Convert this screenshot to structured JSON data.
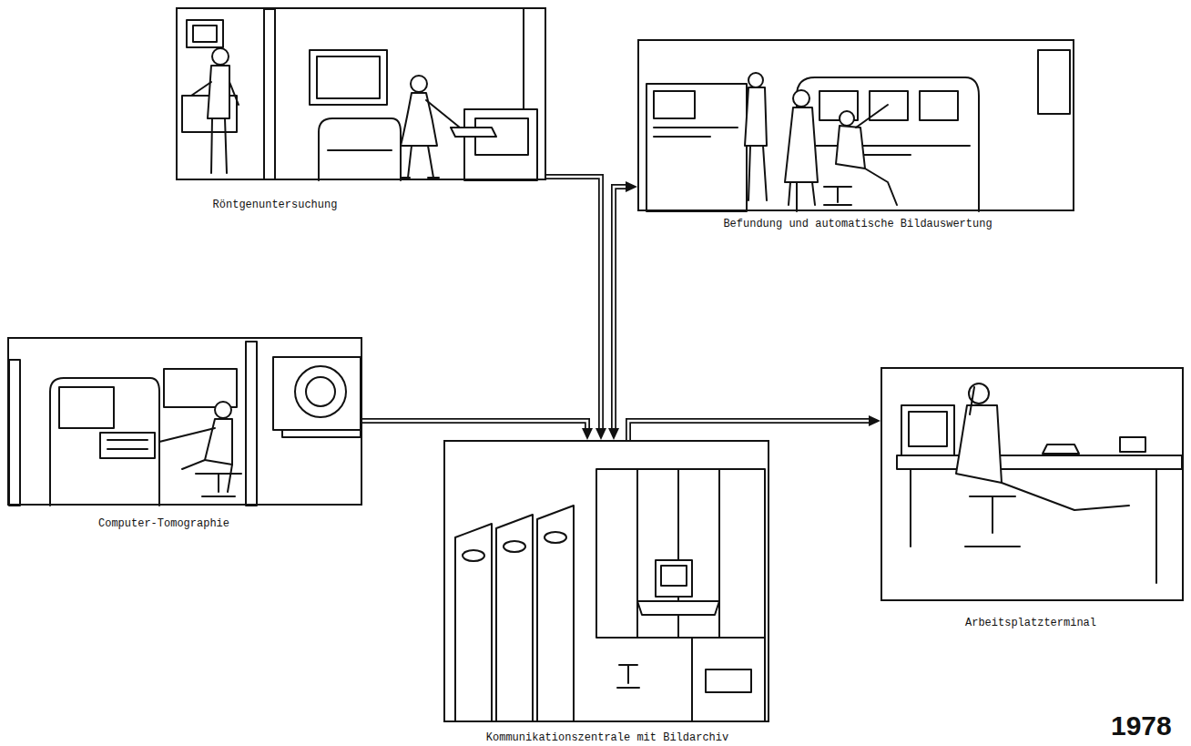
{
  "diagram": {
    "nodes": [
      {
        "text": [
          "Röntgenuntersuchung"
        ]
      },
      {
        "text": [
          "Befundung und automatische Bildauswertung"
        ]
      },
      {
        "text": [
          "Computer-Tomographie"
        ]
      },
      {
        "text": [
          "Arbeitsplatzterminal"
        ]
      },
      {
        "text": [
          "Kommunikationszentrale mit Bildarchiv"
        ]
      }
    ],
    "edges": [
      {
        "from": 0,
        "to": 4,
        "arrow": "to"
      },
      {
        "from": 2,
        "to": 4,
        "arrow": "to"
      },
      {
        "from": 4,
        "to": 1,
        "arrow": "both"
      },
      {
        "from": 4,
        "to": 3,
        "arrow": "to"
      }
    ],
    "labels": [
      "1978"
    ]
  }
}
